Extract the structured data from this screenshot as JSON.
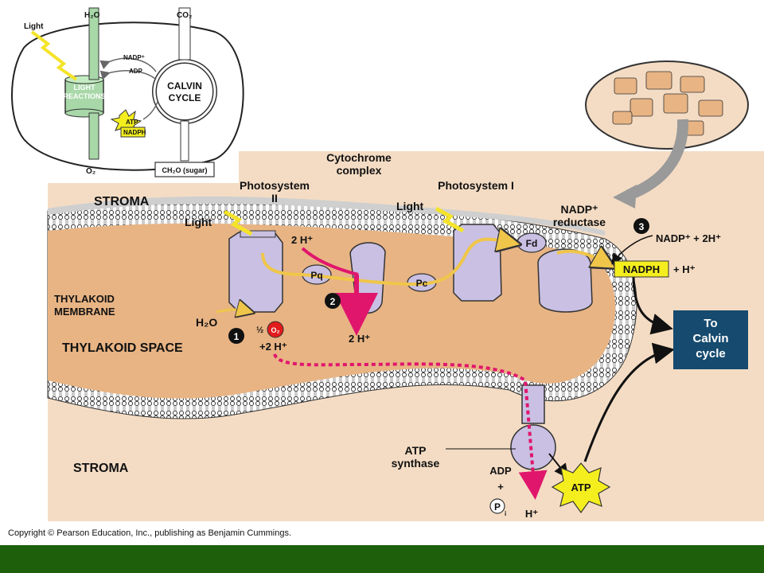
{
  "inset": {
    "light": "Light",
    "water": "H₂O",
    "co2": "CO₂",
    "nadp": "NADP⁺",
    "adp": "ADP",
    "light_reactions_1": "LIGHT",
    "light_reactions_2": "REACTIONS",
    "calvin_1": "CALVIN",
    "calvin_2": "CYCLE",
    "atp": "ATP",
    "nadph": "NADPH",
    "o2": "O₂",
    "sugar": "CH₂O (sugar)"
  },
  "labels": {
    "stroma_top": "STROMA",
    "stroma_bottom": "STROMA",
    "light_left": "Light",
    "light_right": "Light",
    "photosystem_ii_1": "Photosystem",
    "photosystem_ii_2": "II",
    "cytochrome_1": "Cytochrome",
    "cytochrome_2": "complex",
    "photosystem_i": "Photosystem I",
    "nadp_reductase_1": "NADP⁺",
    "nadp_reductase_2": "reductase",
    "h_top": "2 H⁺",
    "pq": "Pq",
    "pc": "Pc",
    "fd": "Fd",
    "step1": "1",
    "step2": "2",
    "step3": "3",
    "thylakoid_membrane_1": "THYLAKOID",
    "thylakoid_membrane_2": "MEMBRANE",
    "thylakoid_space": "THYLAKOID SPACE",
    "water": "H₂O",
    "half": "½",
    "o2": "O₂",
    "plus_2h": "+2 H⁺",
    "h_mid": "2 H⁺",
    "nadp_input": "NADP⁺ + 2H⁺",
    "nadph": "NADPH",
    "plus_h": "+ H⁺",
    "to_calvin_1": "To",
    "to_calvin_2": "Calvin",
    "to_calvin_3": "cycle",
    "atp_synthase_1": "ATP",
    "atp_synthase_2": "synthase",
    "adp": "ADP",
    "plus": "+",
    "pi": "P",
    "pi_sub": "i",
    "h_bottom": "H⁺",
    "atp": "ATP"
  },
  "footer": {
    "copyright": "Copyright © Pearson Education, Inc., publishing as Benjamin Cummings."
  },
  "colors": {
    "background_tan": "#f4dcc4",
    "thylakoid_space": "#e8b484",
    "stroma_top_band": "#cfcfcf",
    "protein": "#c9c0e3",
    "electron_arrow": "#f0c64a",
    "proton_flow": "#e0166c",
    "calvin_box": "#164a6e",
    "atp_star": "#f4ee1f",
    "footer_bar": "#1e5f0c"
  }
}
